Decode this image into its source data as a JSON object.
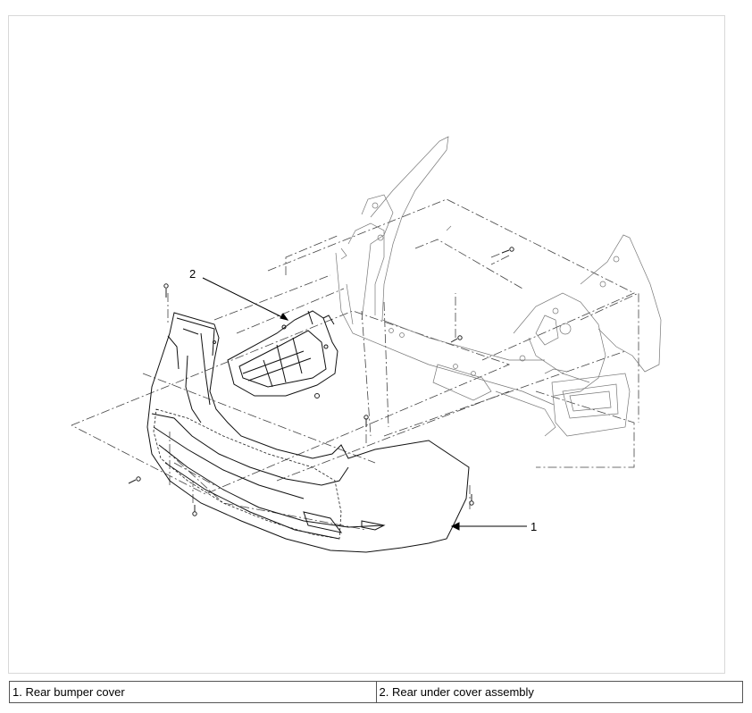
{
  "diagram": {
    "callouts": [
      {
        "number": "1"
      },
      {
        "number": "2"
      }
    ]
  },
  "legend": {
    "items": [
      {
        "label": "1. Rear bumper cover"
      },
      {
        "label": "2. Rear under cover assembly"
      }
    ]
  }
}
